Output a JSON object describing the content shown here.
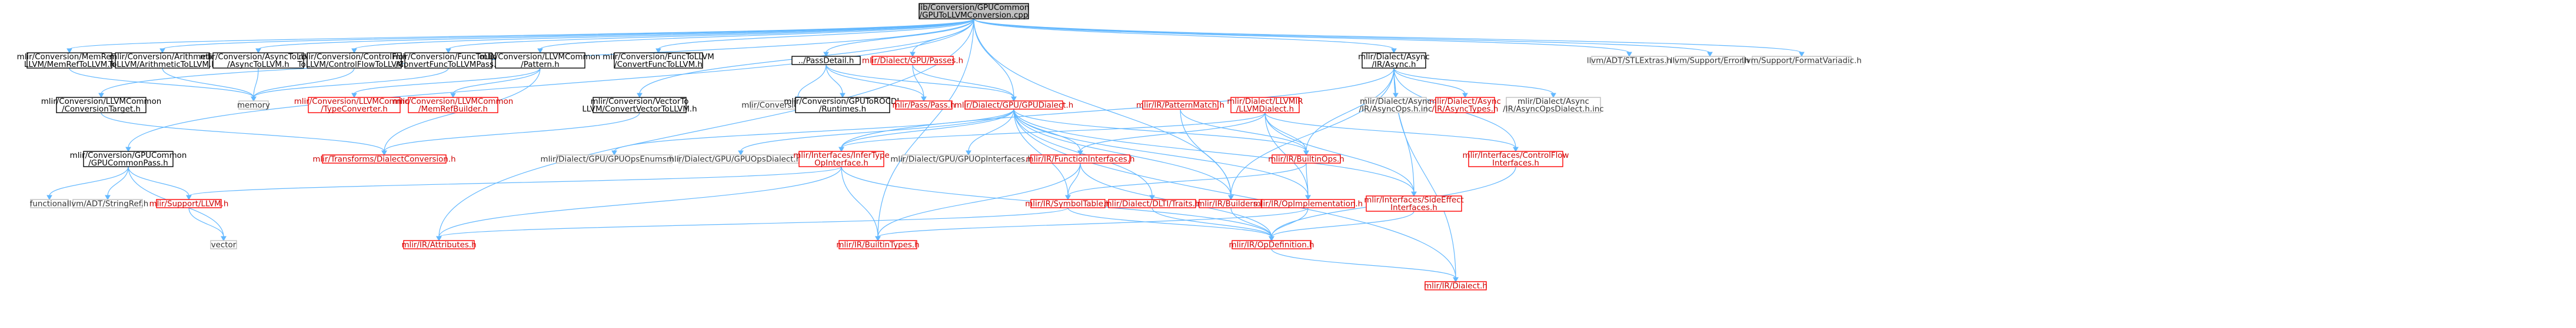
{
  "colors": {
    "edge": "#63b8ff",
    "root_fill": "#bfbfbf",
    "root_border": "#000000",
    "node_border": "#000000",
    "missing_border": "#bfbfbf",
    "red_border": "#ff0000",
    "red_text": "#cc0000"
  },
  "nodes": [
    {
      "id": "root",
      "kind": "root",
      "lines": [
        "lib/Conversion/GPUCommon",
        "/GPUToLLVMConversion.cpp"
      ]
    },
    {
      "id": "memref",
      "kind": "normal",
      "lines": [
        "mlir/Conversion/MemRefTo",
        "LLVM/MemRefToLLVM.h"
      ]
    },
    {
      "id": "arith",
      "kind": "normal",
      "lines": [
        "mlir/Conversion/Arithmetic",
        "ToLLVM/ArithmeticToLLVM.h"
      ]
    },
    {
      "id": "async2llvm",
      "kind": "normal",
      "lines": [
        "mlir/Conversion/AsyncToLLVM",
        "/AsyncToLLVM.h"
      ]
    },
    {
      "id": "cf2llvm",
      "kind": "normal",
      "lines": [
        "mlir/Conversion/ControlFlow",
        "ToLLVM/ControlFlowToLLVM.h"
      ]
    },
    {
      "id": "func2llvmpass",
      "kind": "normal",
      "lines": [
        "mlir/Conversion/FuncToLLVM",
        "/ConvertFuncToLLVMPass.h"
      ]
    },
    {
      "id": "llvmpattern",
      "kind": "normal",
      "lines": [
        "mlir/Conversion/LLVMCommon",
        "/Pattern.h"
      ]
    },
    {
      "id": "vec2llvm",
      "kind": "normal",
      "lines": [
        "mlir/Conversion/VectorTo",
        "LLVM/ConvertVectorToLLVM.h"
      ]
    },
    {
      "id": "func2llvm",
      "kind": "normal",
      "lines": [
        "mlir/Conversion/FuncToLLVM",
        "/ConvertFuncToLLVM.h"
      ]
    },
    {
      "id": "passdetail",
      "kind": "normal",
      "lines": [
        "../PassDetail.h"
      ]
    },
    {
      "id": "gpupasses",
      "kind": "red",
      "lines": [
        "mlir/Dialect/GPU/Passes.h"
      ]
    },
    {
      "id": "asyncdialect",
      "kind": "normal",
      "lines": [
        "mlir/Dialect/Async",
        "/IR/Async.h"
      ]
    },
    {
      "id": "stlextras",
      "kind": "missing",
      "lines": [
        "llvm/ADT/STLExtras.h"
      ]
    },
    {
      "id": "llvmerror",
      "kind": "missing",
      "lines": [
        "llvm/Support/Error.h"
      ]
    },
    {
      "id": "formatvariadic",
      "kind": "missing",
      "lines": [
        "llvm/Support/FormatVariadic.h"
      ]
    },
    {
      "id": "convtarget",
      "kind": "normal",
      "lines": [
        "mlir/Conversion/LLVMCommon",
        "/ConversionTarget.h"
      ]
    },
    {
      "id": "memory",
      "kind": "missing",
      "lines": [
        "memory"
      ]
    },
    {
      "id": "typeconv",
      "kind": "red",
      "lines": [
        "mlir/Conversion/LLVMCommon",
        "/TypeConverter.h"
      ]
    },
    {
      "id": "memrefbuilder",
      "kind": "red",
      "lines": [
        "mlir/Conversion/LLVMCommon",
        "/MemRefBuilder.h"
      ]
    },
    {
      "id": "passesinc",
      "kind": "missing",
      "lines": [
        "mlir/Conversion/Passes.h.inc"
      ]
    },
    {
      "id": "rocdlruntimes",
      "kind": "normal",
      "lines": [
        "mlir/Conversion/GPUToROCDL",
        "/Runtimes.h"
      ]
    },
    {
      "id": "passpass",
      "kind": "red",
      "lines": [
        "mlir/Pass/Pass.h"
      ]
    },
    {
      "id": "gpudialect",
      "kind": "red",
      "lines": [
        "mlir/Dialect/GPU/GPUDialect.h"
      ]
    },
    {
      "id": "patternmatch",
      "kind": "red",
      "lines": [
        "mlir/IR/PatternMatch.h"
      ]
    },
    {
      "id": "llvmdialect",
      "kind": "red",
      "lines": [
        "mlir/Dialect/LLVMIR",
        "/LLVMDialect.h"
      ]
    },
    {
      "id": "asyncopsinc",
      "kind": "missing",
      "lines": [
        "mlir/Dialect/Async",
        "/IR/AsyncOps.h.inc"
      ]
    },
    {
      "id": "asynctypes",
      "kind": "red",
      "lines": [
        "mlir/Dialect/Async",
        "/IR/AsyncTypes.h"
      ]
    },
    {
      "id": "asyncopsdialectinc",
      "kind": "missing",
      "lines": [
        "mlir/Dialect/Async",
        "/IR/AsyncOpsDialect.h.inc"
      ]
    },
    {
      "id": "gpucommonpass",
      "kind": "normal",
      "lines": [
        "mlir/Conversion/GPUCommon",
        "/GPUCommonPass.h"
      ]
    },
    {
      "id": "dialectconversion",
      "kind": "red",
      "lines": [
        "mlir/Transforms/DialectConversion.h"
      ]
    },
    {
      "id": "gpuopsenums",
      "kind": "missing",
      "lines": [
        "mlir/Dialect/GPU/GPUOpsEnums.h.inc"
      ]
    },
    {
      "id": "gpuopsdialectinc",
      "kind": "missing",
      "lines": [
        "mlir/Dialect/GPU/GPUOpsDialect.h.inc"
      ]
    },
    {
      "id": "inferiface",
      "kind": "red",
      "lines": [
        "mlir/Interfaces/InferType",
        "OpInterface.h"
      ]
    },
    {
      "id": "gpuopinterfaces",
      "kind": "missing",
      "lines": [
        "mlir/Dialect/GPU/GPUOpInterfaces.h.inc"
      ]
    },
    {
      "id": "funciface",
      "kind": "red",
      "lines": [
        "mlir/IR/FunctionInterfaces.h"
      ]
    },
    {
      "id": "builtinops",
      "kind": "red",
      "lines": [
        "mlir/IR/BuiltinOps.h"
      ]
    },
    {
      "id": "cfiface",
      "kind": "red",
      "lines": [
        "mlir/Interfaces/ControlFlow",
        "Interfaces.h"
      ]
    },
    {
      "id": "functional",
      "kind": "missing",
      "lines": [
        "functional"
      ]
    },
    {
      "id": "stringref",
      "kind": "missing",
      "lines": [
        "llvm/ADT/StringRef.h"
      ]
    },
    {
      "id": "supportllvm",
      "kind": "red",
      "lines": [
        "mlir/Support/LLVM.h"
      ]
    },
    {
      "id": "symboltable",
      "kind": "red",
      "lines": [
        "mlir/IR/SymbolTable.h"
      ]
    },
    {
      "id": "dlti",
      "kind": "red",
      "lines": [
        "mlir/Dialect/DLTI/Traits.h"
      ]
    },
    {
      "id": "irbuilders",
      "kind": "red",
      "lines": [
        "mlir/IR/Builders.h"
      ]
    },
    {
      "id": "opimpl",
      "kind": "red",
      "lines": [
        "mlir/IR/OpImplementation.h"
      ]
    },
    {
      "id": "sideeffect",
      "kind": "red",
      "lines": [
        "mlir/Interfaces/SideEffect",
        "Interfaces.h"
      ]
    },
    {
      "id": "vector",
      "kind": "missing",
      "lines": [
        "vector"
      ]
    },
    {
      "id": "attributes",
      "kind": "red",
      "lines": [
        "mlir/IR/Attributes.h"
      ]
    },
    {
      "id": "builtintypes",
      "kind": "red",
      "lines": [
        "mlir/IR/BuiltinTypes.h"
      ]
    },
    {
      "id": "opdefinition",
      "kind": "red",
      "lines": [
        "mlir/IR/OpDefinition.h"
      ]
    },
    {
      "id": "irdialect",
      "kind": "red",
      "lines": [
        "mlir/IR/Dialect.h"
      ]
    }
  ],
  "edges": [
    [
      "root",
      "memref"
    ],
    [
      "root",
      "arith"
    ],
    [
      "root",
      "async2llvm"
    ],
    [
      "root",
      "cf2llvm"
    ],
    [
      "root",
      "func2llvmpass"
    ],
    [
      "root",
      "llvmpattern"
    ],
    [
      "root",
      "vec2llvm"
    ],
    [
      "root",
      "func2llvm"
    ],
    [
      "root",
      "passdetail"
    ],
    [
      "root",
      "gpupasses"
    ],
    [
      "root",
      "asyncdialect"
    ],
    [
      "root",
      "stlextras"
    ],
    [
      "root",
      "llvmerror"
    ],
    [
      "root",
      "formatvariadic"
    ],
    [
      "root",
      "convtarget"
    ],
    [
      "root",
      "gpucommonpass"
    ],
    [
      "root",
      "gpudialect"
    ],
    [
      "root",
      "attributes"
    ],
    [
      "root",
      "builtintypes"
    ],
    [
      "root",
      "irbuilders"
    ],
    [
      "memref",
      "memory"
    ],
    [
      "arith",
      "memory"
    ],
    [
      "async2llvm",
      "memory"
    ],
    [
      "cf2llvm",
      "memory"
    ],
    [
      "func2llvmpass",
      "memory"
    ],
    [
      "llvmpattern",
      "typeconv"
    ],
    [
      "llvmpattern",
      "memrefbuilder"
    ],
    [
      "llvmpattern",
      "dialectconversion"
    ],
    [
      "vec2llvm",
      "dialectconversion"
    ],
    [
      "convtarget",
      "dialectconversion"
    ],
    [
      "passdetail",
      "passesinc"
    ],
    [
      "passdetail",
      "rocdlruntimes"
    ],
    [
      "passdetail",
      "passpass"
    ],
    [
      "passdetail",
      "gpudialect"
    ],
    [
      "gpupasses",
      "passpass"
    ],
    [
      "gpupasses",
      "gpudialect"
    ],
    [
      "asyncdialect",
      "asyncopsinc"
    ],
    [
      "asyncdialect",
      "asynctypes"
    ],
    [
      "asyncdialect",
      "asyncopsdialectinc"
    ],
    [
      "asyncdialect",
      "cfiface"
    ],
    [
      "asyncdialect",
      "sideeffect"
    ],
    [
      "asyncdialect",
      "builtinops"
    ],
    [
      "asyncdialect",
      "irbuilders"
    ],
    [
      "asyncdialect",
      "inferiface"
    ],
    [
      "asyncdialect",
      "irdialect"
    ],
    [
      "gpudialect",
      "gpuopsenums"
    ],
    [
      "gpudialect",
      "gpuopsdialectinc"
    ],
    [
      "gpudialect",
      "inferiface"
    ],
    [
      "gpudialect",
      "gpuopinterfaces"
    ],
    [
      "gpudialect",
      "funciface"
    ],
    [
      "gpudialect",
      "builtinops"
    ],
    [
      "gpudialect",
      "symboltable"
    ],
    [
      "gpudialect",
      "dlti"
    ],
    [
      "gpudialect",
      "irbuilders"
    ],
    [
      "gpudialect",
      "opimpl"
    ],
    [
      "gpudialect",
      "sideeffect"
    ],
    [
      "gpudialect",
      "irdialect"
    ],
    [
      "llvmdialect",
      "builtinops"
    ],
    [
      "llvmdialect",
      "cfiface"
    ],
    [
      "llvmdialect",
      "sideeffect"
    ],
    [
      "llvmdialect",
      "opimpl"
    ],
    [
      "llvmdialect",
      "funciface"
    ],
    [
      "llvmdialect",
      "inferiface"
    ],
    [
      "patternmatch",
      "builtinops"
    ],
    [
      "patternmatch",
      "irbuilders"
    ],
    [
      "gpucommonpass",
      "functional"
    ],
    [
      "gpucommonpass",
      "stringref"
    ],
    [
      "gpucommonpass",
      "supportllvm"
    ],
    [
      "gpucommonpass",
      "vector"
    ],
    [
      "inferiface",
      "supportllvm"
    ],
    [
      "inferiface",
      "attributes"
    ],
    [
      "inferiface",
      "builtintypes"
    ],
    [
      "inferiface",
      "opdefinition"
    ],
    [
      "funciface",
      "symboltable"
    ],
    [
      "funciface",
      "builtintypes"
    ],
    [
      "funciface",
      "opdefinition"
    ],
    [
      "builtinops",
      "symboltable"
    ],
    [
      "builtinops",
      "opimpl"
    ],
    [
      "symboltable",
      "attributes"
    ],
    [
      "symboltable",
      "opdefinition"
    ],
    [
      "dlti",
      "opdefinition"
    ],
    [
      "irbuilders",
      "opdefinition"
    ],
    [
      "opimpl",
      "builtintypes"
    ],
    [
      "opimpl",
      "opdefinition"
    ],
    [
      "sideeffect",
      "opdefinition"
    ],
    [
      "cfiface",
      "opdefinition"
    ],
    [
      "opdefinition",
      "irdialect"
    ],
    [
      "supportllvm",
      "vector"
    ]
  ]
}
